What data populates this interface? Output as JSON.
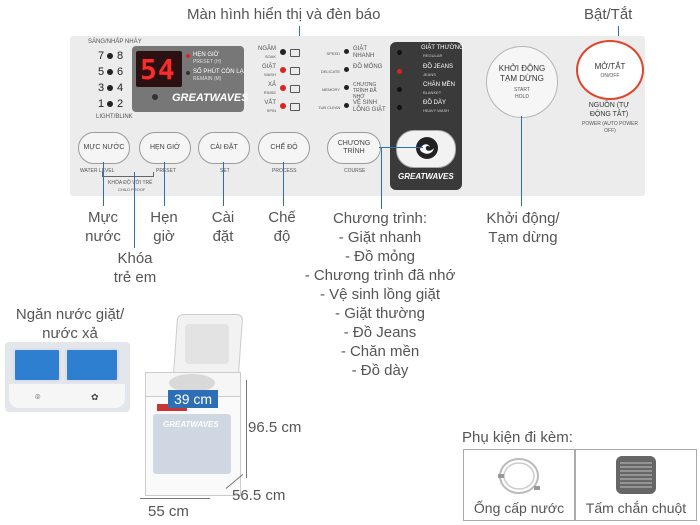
{
  "callouts": {
    "display": "Màn hình hiển thị và đèn báo",
    "power": "Bật/Tắt",
    "water_level": [
      "Mực",
      "nước"
    ],
    "child_lock": [
      "Khóa",
      "trẻ em"
    ],
    "timer": [
      "Hẹn",
      "giờ"
    ],
    "settings": [
      "Cài",
      "đặt"
    ],
    "mode": [
      "Chế",
      "độ"
    ],
    "program_title": "Chương trình:",
    "programs": [
      "- Giặt nhanh",
      "- Đồ mỏng",
      "- Chương trình đã nhớ",
      "- Vệ sinh lồng giặt",
      "- Giặt thường",
      "- Đồ Jeans",
      "- Chăn mền",
      "- Đồ dày"
    ],
    "start": [
      "Khởi động/",
      "Tạm dừng"
    ],
    "detergent": [
      "Ngăn nước giặt/",
      "nước xả"
    ],
    "accessories": "Phụ kiện đi kèm:",
    "hose": "Ống cấp nước",
    "mouse_guard": "Tấm chắn chuột"
  },
  "dimensions": {
    "width": "55 cm",
    "depth": "56.5 cm",
    "height": "96.5 cm",
    "lid": "39 cm"
  },
  "panel": {
    "bright_blink": "SÁNG/NHẤP NHÁY",
    "numbers": [
      "7",
      "8",
      "5",
      "6",
      "3",
      "4",
      "1",
      "2"
    ],
    "light_blink": "LIGHT/BLINK",
    "display_value": "54",
    "timer_label": "HẸN GIỜ",
    "timer_en": "PRESET (H)",
    "remain_label": "SỐ PHÚT CÒN LẠI",
    "remain_en": "REMAIN (M)",
    "brand": "GREATWAVES",
    "steps": [
      {
        "vn": "NGÂM",
        "en": "SOAK"
      },
      {
        "vn": "GIẶT",
        "en": "WASH"
      },
      {
        "vn": "XẢ",
        "en": "RINSE"
      },
      {
        "vn": "VẮT",
        "en": "SPIN"
      }
    ],
    "courses_left": [
      {
        "en": "SPEED",
        "vn": "GIẶT NHANH"
      },
      {
        "en": "DELICATE",
        "vn": "ĐỒ MỎNG"
      },
      {
        "en": "MEMORY",
        "vn": "CHƯƠNG TRÌNH ĐÃ NHỚ"
      },
      {
        "en": "TUB CLEAN",
        "vn": "VỆ SINH LỒNG GIẶT"
      }
    ],
    "courses_right": [
      {
        "vn": "GIẶT THƯỜNG",
        "en": "REGULAR"
      },
      {
        "vn": "ĐỒ JEANS",
        "en": "JEANS"
      },
      {
        "vn": "CHĂN MỀN",
        "en": "BLANKET"
      },
      {
        "vn": "ĐỒ DÀY",
        "en": "HEAVY WASH"
      }
    ],
    "buttons": {
      "water": "MỰC NƯỚC",
      "water_en": "WATER LEVEL",
      "preset": "HẸN GIỜ",
      "preset_en": "PRESET",
      "child_lock": "KHÓA ĐỘ VỚI TRẺ",
      "child_lock_en": "CHILD PROOF",
      "set": "CÀI ĐẶT",
      "set_en": "SET",
      "process": "CHẾ ĐỘ",
      "process_en": "PROCESS",
      "course": "CHƯƠNG TRÌNH",
      "course_en": "COURSE",
      "start": "KHỞI ĐỘNG TẠM DỪNG",
      "start_en": "START HOLD",
      "power": "MỞ/TẮT",
      "power_en": "ON/OFF",
      "power_note": "NGUỒN (TỰ ĐỘNG TẮT)",
      "power_note_en": "POWER (AUTO POWER OFF)"
    }
  },
  "colors": {
    "accent": "#2d6fb6",
    "power_ring": "#e0452b",
    "display_red": "#ff2a2a"
  }
}
